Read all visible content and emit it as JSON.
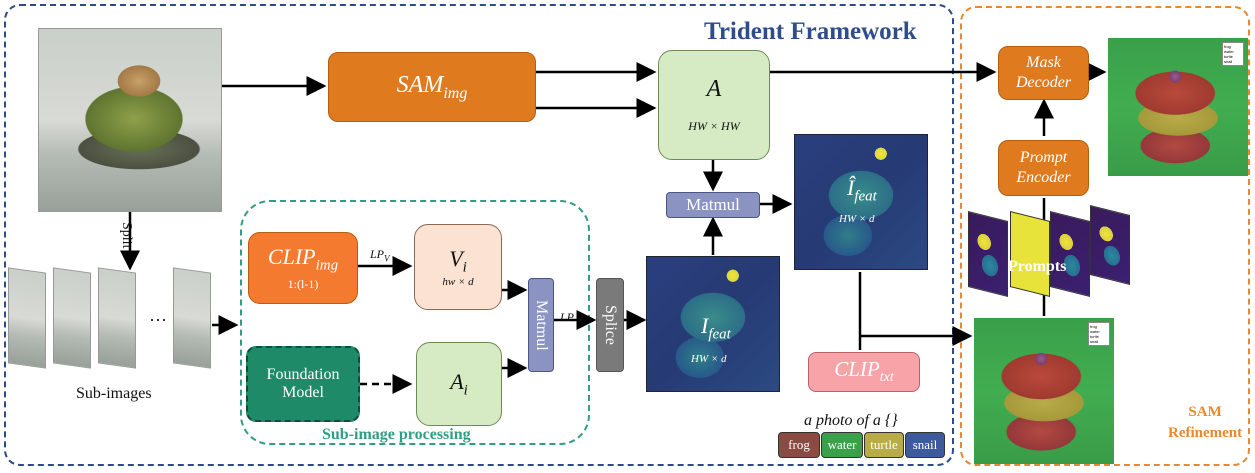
{
  "frames": {
    "main_title": "Trident Framework",
    "sam_title_line1": "SAM",
    "sam_title_line2": "Refinement",
    "sub_title": "Sub-image processing"
  },
  "boxes": {
    "sam_img": "SAM",
    "sam_img_sub": "img",
    "a_label": "A",
    "a_dim": "HW × HW",
    "matmul_top": "Matmul",
    "matmul_mid": "Matmul",
    "splice": "Splice",
    "clip_img": "CLIP",
    "clip_img_sub": "img",
    "clip_img_range": "1:(l-1)",
    "vi": "V",
    "vi_sub": "i",
    "vi_dim": "hw × d",
    "ai": "A",
    "ai_sub": "i",
    "foundation_line1": "Foundation",
    "foundation_line2": "Model",
    "clip_txt": "CLIP",
    "clip_txt_sub": "txt",
    "mask_decoder_line1": "Mask",
    "mask_decoder_line2": "Decoder",
    "prompt_encoder_line1": "Prompt",
    "prompt_encoder_line2": "Encoder"
  },
  "labels": {
    "split": "Split",
    "sub_images": "Sub-images",
    "ellipsis": "···",
    "lpv": "LP",
    "lpv_sub": "V",
    "lp": "LP",
    "i_feat": "I",
    "i_feat_sub": "feat",
    "i_feat_dim": "HW × d",
    "ihat_feat": "Î",
    "ihat_feat_sub": "feat",
    "ihat_feat_dim": "HW × d",
    "prompts": "Prompts",
    "text_prompt": "a photo of a {}"
  },
  "classes": [
    {
      "name": "frog",
      "color": "#8b4a42"
    },
    {
      "name": "water",
      "color": "#3aa04a"
    },
    {
      "name": "turtle",
      "color": "#b8ab48"
    },
    {
      "name": "snail",
      "color": "#3d5a9c"
    }
  ],
  "colors": {
    "main_frame": "#2c4a8c",
    "sam_frame": "#e8892f",
    "sub_frame": "#2e9e84",
    "orange_box": "#e07a1f"
  }
}
